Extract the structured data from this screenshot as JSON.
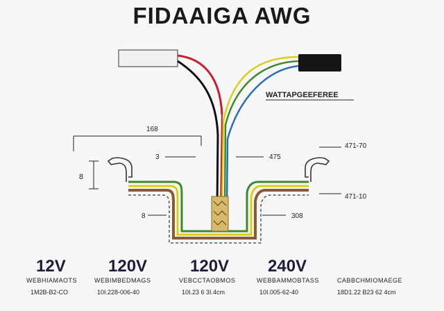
{
  "title": "FIDAAIGA AWG",
  "wattage_label": "WATTAPGEEFEREE",
  "dimensions": {
    "top_span": "168",
    "left_height": "8",
    "mid_left": "3",
    "mid_right": "475",
    "right_upper": "471-70",
    "right_lower": "471-10",
    "bottom_left": "8",
    "bottom_right": "308"
  },
  "ratings": [
    {
      "voltage": "12V",
      "code": "WEBHIAMAOTS",
      "spec": "1M2B-B2-CO"
    },
    {
      "voltage": "120V",
      "code": "WEBIMBEDMAGS",
      "spec": "10I.228-006-40"
    },
    {
      "voltage": "120V",
      "code": "VEBCCTAOBMOS",
      "spec": "10I.23 6 3I.4cm"
    },
    {
      "voltage": "240V",
      "code": "WEBBAMMOBTASS",
      "spec": "10I.005-62-40"
    },
    {
      "voltage": "",
      "code": "CABBCHMIOMAEGE",
      "spec": "18D1.22 B23 62 4cm"
    }
  ],
  "colors": {
    "wire_red": "#c8202a",
    "wire_black": "#111111",
    "wire_green": "#3d8a2c",
    "wire_yellow": "#d9cf1a",
    "wire_blue": "#2a6fb3",
    "channel_brown": "#8a5a33",
    "core_fill": "#d6b96a"
  }
}
